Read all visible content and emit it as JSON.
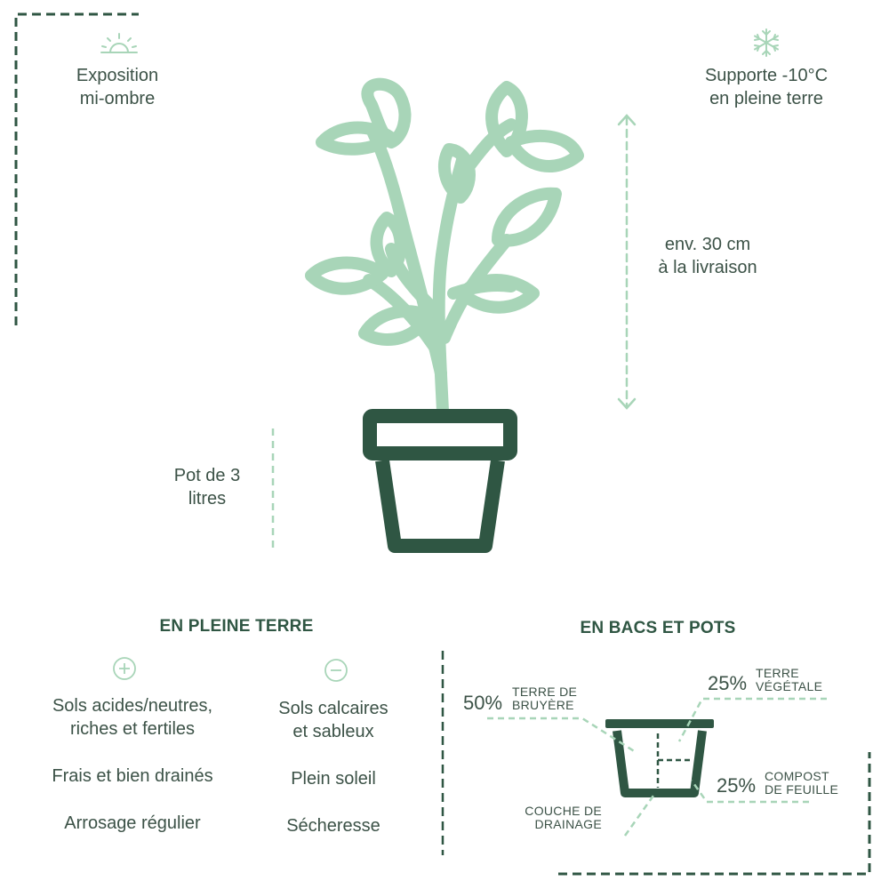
{
  "exposure": {
    "line1": "Exposition",
    "line2": "mi-ombre",
    "icon": "sun-horizon-icon"
  },
  "frost": {
    "line1": "Supporte -10°C",
    "line2": "en pleine terre",
    "icon": "snowflake-icon"
  },
  "height": {
    "line1": "env. 30 cm",
    "line2": "à la livraison"
  },
  "pot": {
    "line1": "Pot de 3",
    "line2": "litres"
  },
  "open_ground": {
    "title": "EN PLEINE TERRE",
    "favorable": {
      "icon": "plus-circle-icon",
      "items": [
        "Sols acides/neutres,|riches et fertiles",
        "Frais et bien drainés",
        "Arrosage régulier"
      ]
    },
    "unfavorable": {
      "icon": "minus-circle-icon",
      "items": [
        "Sols calcaires|et sableux",
        "Plein soleil",
        "Sécheresse"
      ]
    }
  },
  "containers": {
    "title": "EN BACS ET POTS",
    "heath_soil": {
      "percent": "50%",
      "line1": "TERRE DE",
      "line2": "BRUYÈRE"
    },
    "topsoil": {
      "percent": "25%",
      "line1": "TERRE",
      "line2": "VÉGÉTALE"
    },
    "leaf_compost": {
      "percent": "25%",
      "line1": "COMPOST",
      "line2": "DE FEUILLE"
    },
    "drainage": {
      "line1": "COUCHE DE",
      "line2": "DRAINAGE"
    }
  },
  "colors": {
    "dark_green": "#2f5643",
    "light_green": "#a8d5b8",
    "text": "#3c5247"
  }
}
